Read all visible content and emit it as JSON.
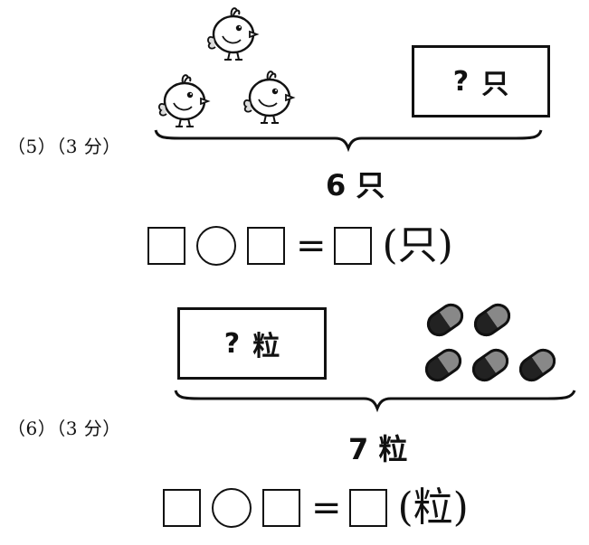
{
  "problems": [
    {
      "label": "（5）（3 分）",
      "question_box": {
        "mark": "?",
        "unit": "只"
      },
      "total": "6 只",
      "equation": {
        "equals": "=",
        "unit": "(只)"
      },
      "pictures": {
        "icon": "chick-icon",
        "count": 3
      }
    },
    {
      "label": "（6）（3 分）",
      "question_box": {
        "mark": "?",
        "unit": "粒"
      },
      "total": "7 粒",
      "equation": {
        "equals": "=",
        "unit": "(粒)"
      },
      "pictures": {
        "icon": "pill-icon",
        "count": 5
      }
    }
  ]
}
